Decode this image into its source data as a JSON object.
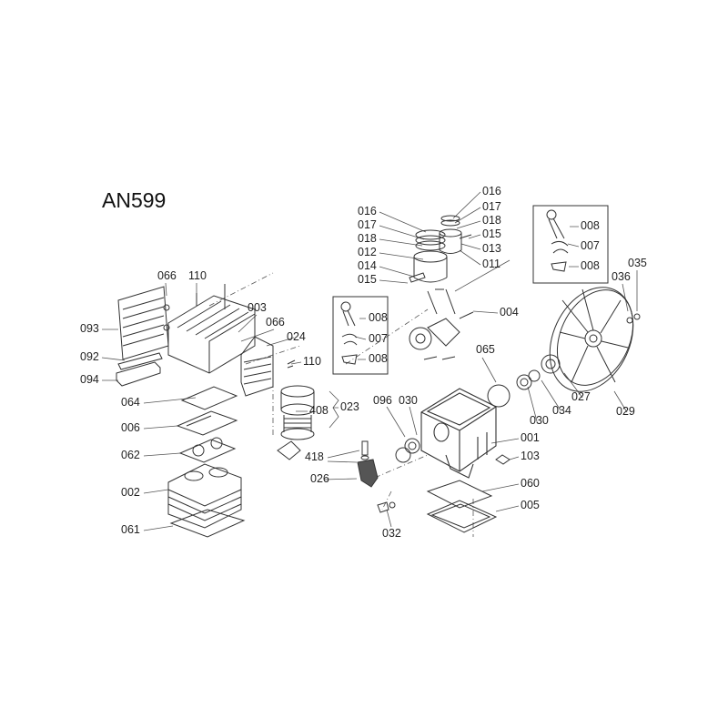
{
  "title": "AN599",
  "labels": [
    "016",
    "017",
    "018",
    "012",
    "014",
    "015",
    "016",
    "017",
    "018",
    "015",
    "013",
    "011",
    "008",
    "007",
    "008",
    "035",
    "036",
    "066",
    "110",
    "003",
    "066",
    "024",
    "093",
    "092",
    "094",
    "110",
    "064",
    "408",
    "023",
    "006",
    "062",
    "002",
    "061",
    "008",
    "007",
    "008",
    "004",
    "065",
    "096",
    "030",
    "027",
    "034",
    "030",
    "029",
    "001",
    "103",
    "418",
    "026",
    "060",
    "005",
    "032"
  ],
  "colors": {
    "line": "#333333",
    "text": "#222222"
  }
}
